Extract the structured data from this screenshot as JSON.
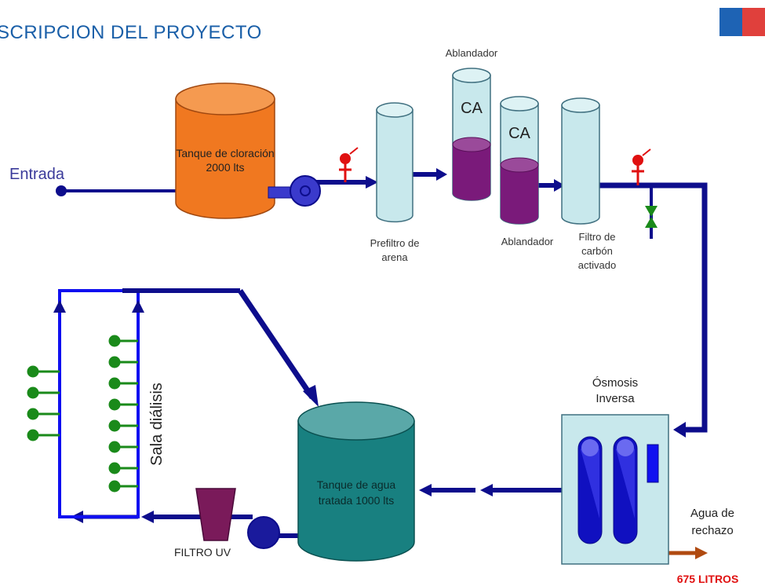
{
  "header": {
    "title": "SCRIPCION DEL PROYECTO"
  },
  "colors": {
    "pipe": "#0d0d8c",
    "bright_pipe": "#1010f0",
    "tank_orange": "#f07820",
    "tank_teal": "#188080",
    "cylinder_light": "#c8e8ec",
    "resin_purple": "#7a1a7a",
    "valve_red": "#e01010",
    "green_outlet": "#1a8a1a",
    "reject_arrow": "#b04a10",
    "reject_text": "#e01010"
  },
  "labels": {
    "entrada": "Entrada",
    "tanque_cloracion": "Tanque de cloración",
    "tanque_cloracion_cap": "2000 lts",
    "prefiltro_1": "Prefiltro de",
    "prefiltro_2": "arena",
    "ablandador_top": "Ablandador",
    "ablandador_bottom": "Ablandador",
    "ca_1": "CA",
    "ca_2": "CA",
    "filtro_carbon_1": "Filtro de",
    "filtro_carbon_2": "carbón",
    "filtro_carbon_3": "activado",
    "osmosis_1": "Ósmosis",
    "osmosis_2": "Inversa",
    "agua_rechazo_1": "Agua de",
    "agua_rechazo_2": "rechazo",
    "litros": "675 LITROS",
    "tanque_agua_1": "Tanque de agua",
    "tanque_agua_2": "tratada 1000 lts",
    "filtro_uv": "FILTRO UV",
    "sala_dialisis": "Sala diálisis"
  }
}
